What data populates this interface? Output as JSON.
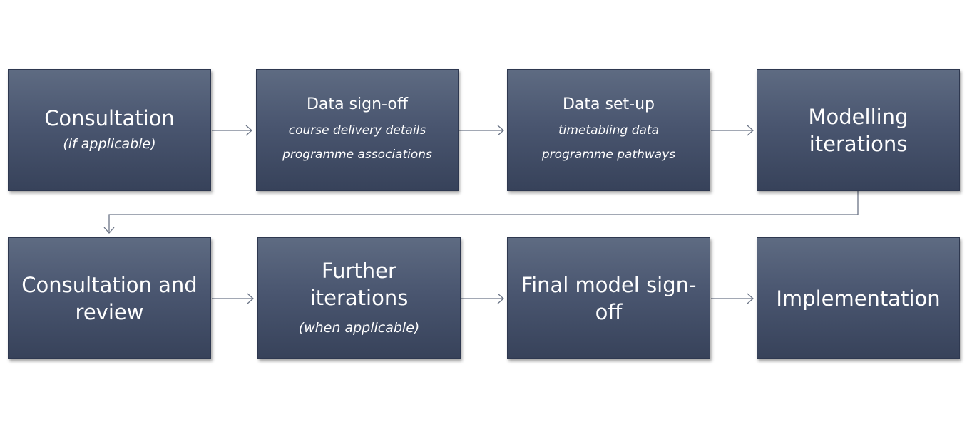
{
  "steps": [
    {
      "title": "Consultation",
      "details": [
        "(if applicable)"
      ]
    },
    {
      "title": "Data sign-off",
      "details": [
        "course delivery details",
        "programme associations"
      ]
    },
    {
      "title": "Data set-up",
      "details": [
        "timetabling data",
        "programme pathways"
      ]
    },
    {
      "title_lines": [
        "Modelling",
        "iterations"
      ]
    },
    {
      "title_lines": [
        "Consultation and",
        "review"
      ]
    },
    {
      "title_lines": [
        "Further",
        "iterations"
      ],
      "details": [
        "(when applicable)"
      ]
    },
    {
      "title_lines": [
        "Final model sign-",
        "off"
      ]
    },
    {
      "title": "Implementation"
    }
  ],
  "colors": {
    "box_top": "#5e6b82",
    "box_bottom": "#37425a",
    "connector": "#6b7486",
    "text": "#ffffff"
  }
}
